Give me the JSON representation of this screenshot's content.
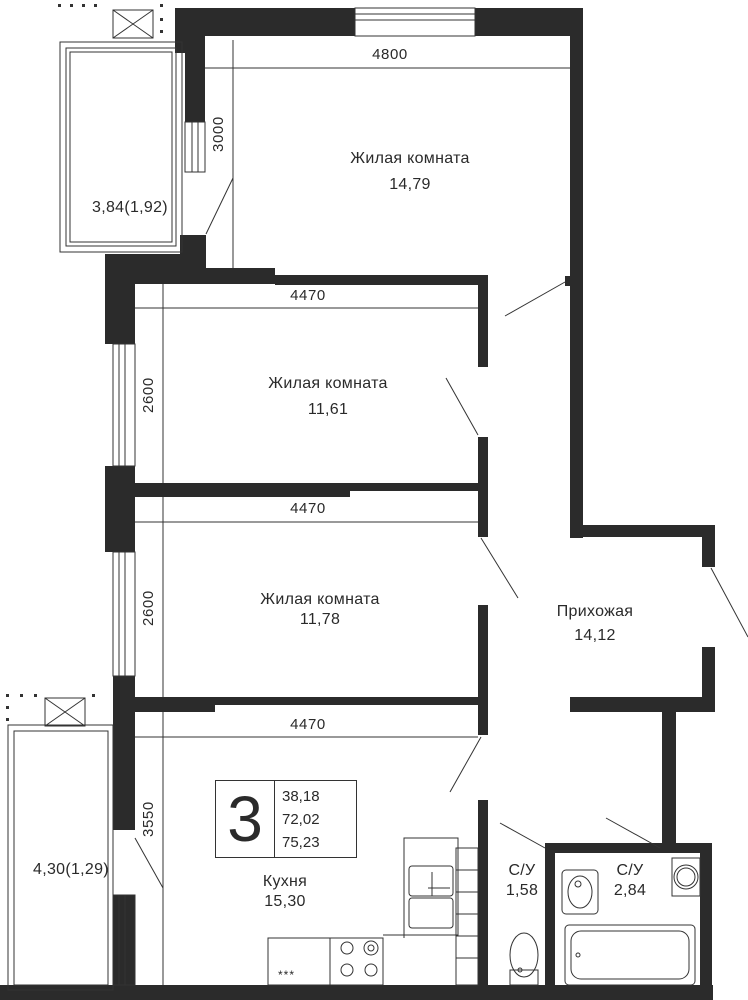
{
  "rooms": [
    {
      "name": "Жилая комната",
      "area": "14,79"
    },
    {
      "name": "Жилая комната",
      "area": "11,61"
    },
    {
      "name": "Жилая комната",
      "area": "11,78"
    },
    {
      "name": "Прихожая",
      "area": "14,12"
    },
    {
      "name": "Кухня",
      "area": "15,30"
    },
    {
      "name": "С/У",
      "area": "1,58"
    },
    {
      "name": "С/У",
      "area": "2,84"
    }
  ],
  "balconies": [
    {
      "area": "3,84(1,92)"
    },
    {
      "area": "4,30(1,29)"
    }
  ],
  "dimensions": {
    "top_width": "4800",
    "top_height": "3000",
    "room2_width": "4470",
    "room2_height": "2600",
    "room3_width": "4470",
    "room3_height": "2600",
    "kitchen_width": "4470",
    "kitchen_height": "3550"
  },
  "badge": {
    "rooms_count": "3",
    "living_area": "38,18",
    "total_area": "72,02",
    "area_with_balcony": "75,23"
  },
  "stove_marker": "***",
  "colors": {
    "wall": "#2b2b2b",
    "line": "#333333",
    "background": "#ffffff"
  }
}
